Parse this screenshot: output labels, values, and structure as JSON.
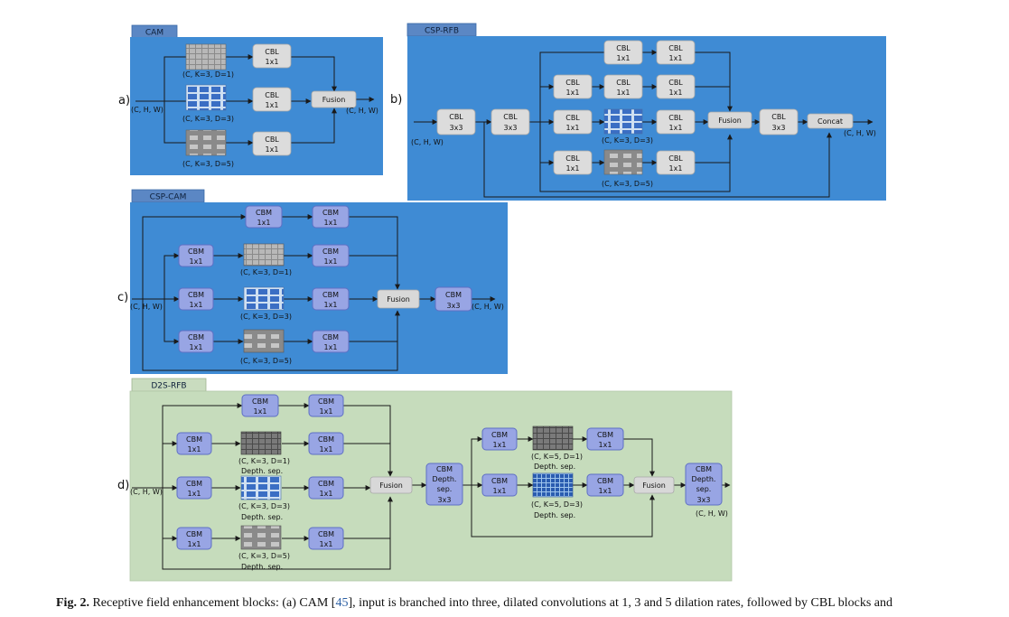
{
  "panels": {
    "a": {
      "tab": "CAM",
      "letter": "a)",
      "input": "(C, H, W)",
      "output": "(C, H, W)",
      "blocks": {
        "cbl": "CBL",
        "k": "1x1"
      },
      "fusion": "Fusion",
      "dilations": [
        "(C, K=3, D=1)",
        "(C, K=3, D=3)",
        "(C, K=3, D=5)"
      ]
    },
    "b": {
      "tab": "CSP-RFB",
      "letter": "b)",
      "input": "(C, H, W)",
      "output": "(C, H, W)",
      "cbl": "CBL",
      "k1": "1x1",
      "k3": "3x3",
      "fusion": "Fusion",
      "concat": "Concat",
      "dilations": [
        "(C, K=3, D=3)",
        "(C, K=3, D=5)"
      ]
    },
    "c": {
      "tab": "CSP-CAM",
      "letter": "c)",
      "input": "(C, H, W)",
      "output": "(C, H, W)",
      "cbm": "CBM",
      "k1": "1x1",
      "k3": "3x3",
      "fusion": "Fusion",
      "dilations": [
        "(C, K=3, D=1)",
        "(C, K=3, D=3)",
        "(C, K=3, D=5)"
      ]
    },
    "d": {
      "tab": "D2S-RFB",
      "letter": "d)",
      "input": "(C, H, W)",
      "output": "(C, H, W)",
      "cbm": "CBM",
      "k1": "1x1",
      "fusion": "Fusion",
      "depth_block": [
        "CBM",
        "Depth.",
        "sep.",
        "3x3"
      ],
      "depth_sep": "Depth. sep.",
      "dilations_left": [
        "(C, K=3, D=1)",
        "(C, K=3, D=3)",
        "(C, K=3, D=5)"
      ],
      "dilations_right": [
        "(C, K=5, D=1)",
        "(C, K=5, D=3)"
      ]
    }
  },
  "caption": {
    "label": "Fig. 2.",
    "text_before_ref": " Receptive field enhancement blocks: (a) CAM [",
    "ref": "45",
    "text_after_ref": "], input is branched into three, dilated convolutions at 1, 3 and 5 dilation rates, followed by CBL blocks and"
  }
}
